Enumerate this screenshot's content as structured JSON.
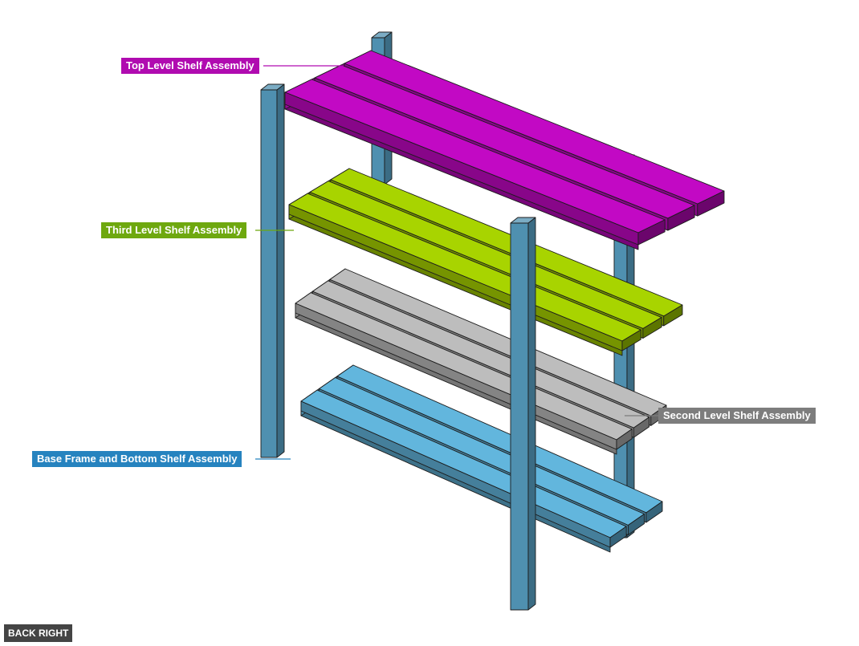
{
  "labels": {
    "top": "Top Level Shelf Assembly",
    "third": "Third Level Shelf Assembly",
    "second": "Second Level Shelf Assembly",
    "base": "Base Frame and Bottom Shelf Assembly"
  },
  "view_label": "BACK RIGHT",
  "colors": {
    "top": "#c209c4",
    "third": "#a8d400",
    "second": "#bdbdbd",
    "base": "#62b6dd",
    "posts": "#4f90b0",
    "top_label_bg": "#b00bb0",
    "third_label_bg": "#6ea80f",
    "second_label_bg": "#7d7d7d",
    "base_label_bg": "#2683bf",
    "view_label_bg": "#444444"
  }
}
